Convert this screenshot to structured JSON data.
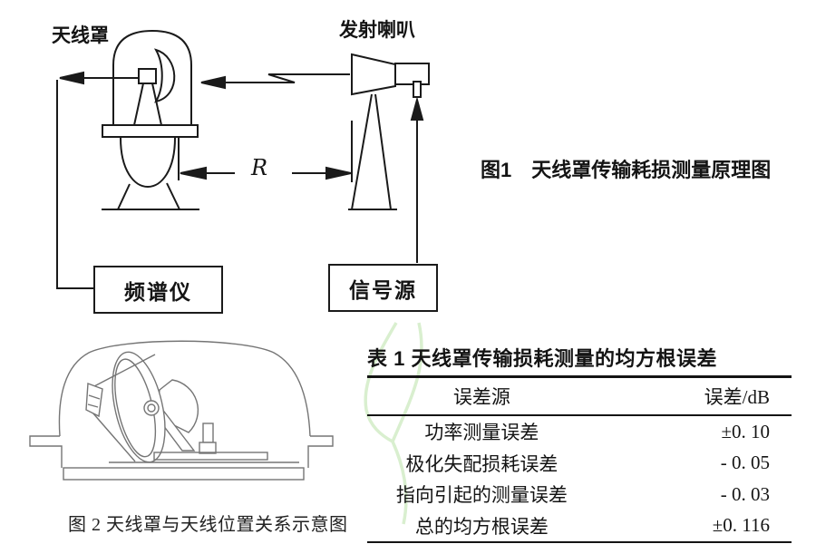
{
  "figure1": {
    "radome_label": "天线罩",
    "horn_label": "发射喇叭",
    "distance_label": "R",
    "spectrum_analyzer_label": "频谱仪",
    "signal_source_label": "信号源",
    "caption": "图1　天线罩传输耗损测量原理图"
  },
  "figure2": {
    "caption": "图 2 天线罩与天线位置关系示意图"
  },
  "table1": {
    "title": "表 1 天线罩传输损耗测量的均方根误差",
    "headers": [
      "误差源",
      "误差/dB"
    ],
    "rows": [
      {
        "source": "功率测量误差",
        "value": "±0. 10"
      },
      {
        "source": "极化失配损耗误差",
        "value": "- 0. 05"
      },
      {
        "source": "指向引起的测量误差",
        "value": "- 0. 03"
      },
      {
        "source": "总的均方根误差",
        "value": "±0. 116"
      }
    ]
  },
  "icons": {
    "arrowheads": "filled-triangle-arrow",
    "watermark": "faint-green-curve-watermark"
  },
  "colors": {
    "background": "#ffffff",
    "figure_line": "#1a1a1a",
    "drawing_line": "#757575",
    "table_rule": "#141414",
    "watermark_green": "#d9efcf"
  }
}
